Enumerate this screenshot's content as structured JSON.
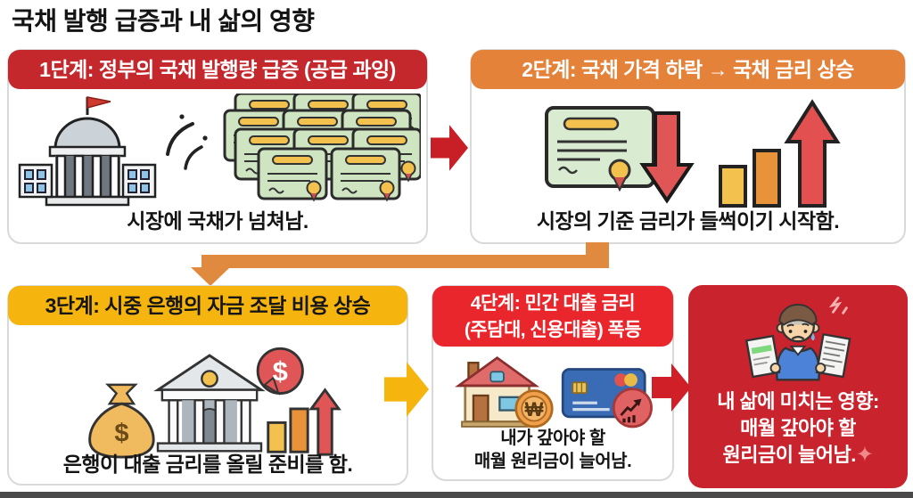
{
  "title": "국채 발행 급증과 내 삶의 영향",
  "stages": [
    {
      "header": "1단계: 정부의 국채 발행량 급증 (공급 과잉)",
      "caption": "시장에 국채가 넘쳐남.",
      "header_color": "#C4282D",
      "icons": [
        "government-building-icon",
        "motion-lines-icon",
        "bond-stack-icon"
      ]
    },
    {
      "header": "2단계: 국채 가격 하락 → 국채 금리 상승",
      "caption": "시장의 기준 금리가 들썩이기 시작함.",
      "header_color": "#E5823A",
      "icons": [
        "bond-certificate-icon",
        "price-down-arrow-icon",
        "interest-bars-icon",
        "rate-up-arrow-icon"
      ]
    },
    {
      "header": "3단계: 시중 은행의 자금 조달 비용 상승",
      "caption": "은행이 대출 금리를 올릴 준비를 함.",
      "header_color": "#F6B40F",
      "icons": [
        "money-bag-icon",
        "bank-building-icon",
        "dollar-bubble-icon",
        "funding-cost-bars-icon"
      ]
    },
    {
      "header_line1": "4단계: 민간 대출 금리",
      "header_line2": "(주담대, 신용대출) 폭등",
      "caption_line1": "내가 갚아야 할",
      "caption_line2": "매월 원리금이 늘어남.",
      "header_color": "#E9262B",
      "icons": [
        "house-won-coin-icon",
        "credit-card-trend-icon"
      ]
    }
  ],
  "result": {
    "line1": "내 삶에 미치는 영향:",
    "line2": "매월 갚아야 할",
    "line3": "원리금이 늘어남.",
    "sparkle": "✦",
    "bg_color": "#C9242E",
    "icon": "worried-person-icon"
  },
  "connectors": {
    "step1_to_step2": "red-right-arrow",
    "step2_to_step3": "orange-elbow-arrow",
    "step3_to_step4": "yellow-right-arrow",
    "step4_to_result": "red-right-arrow"
  },
  "colors": {
    "stage1_header": "#C4282D",
    "stage2_header": "#E5823A",
    "stage3_header": "#F6B40F",
    "stage4_header": "#E9262B",
    "result_bg": "#C9242E",
    "red_arrow": "#C81F27",
    "yellow_arrow": "#F6B40F",
    "orange_connector": "#E08A3F"
  }
}
